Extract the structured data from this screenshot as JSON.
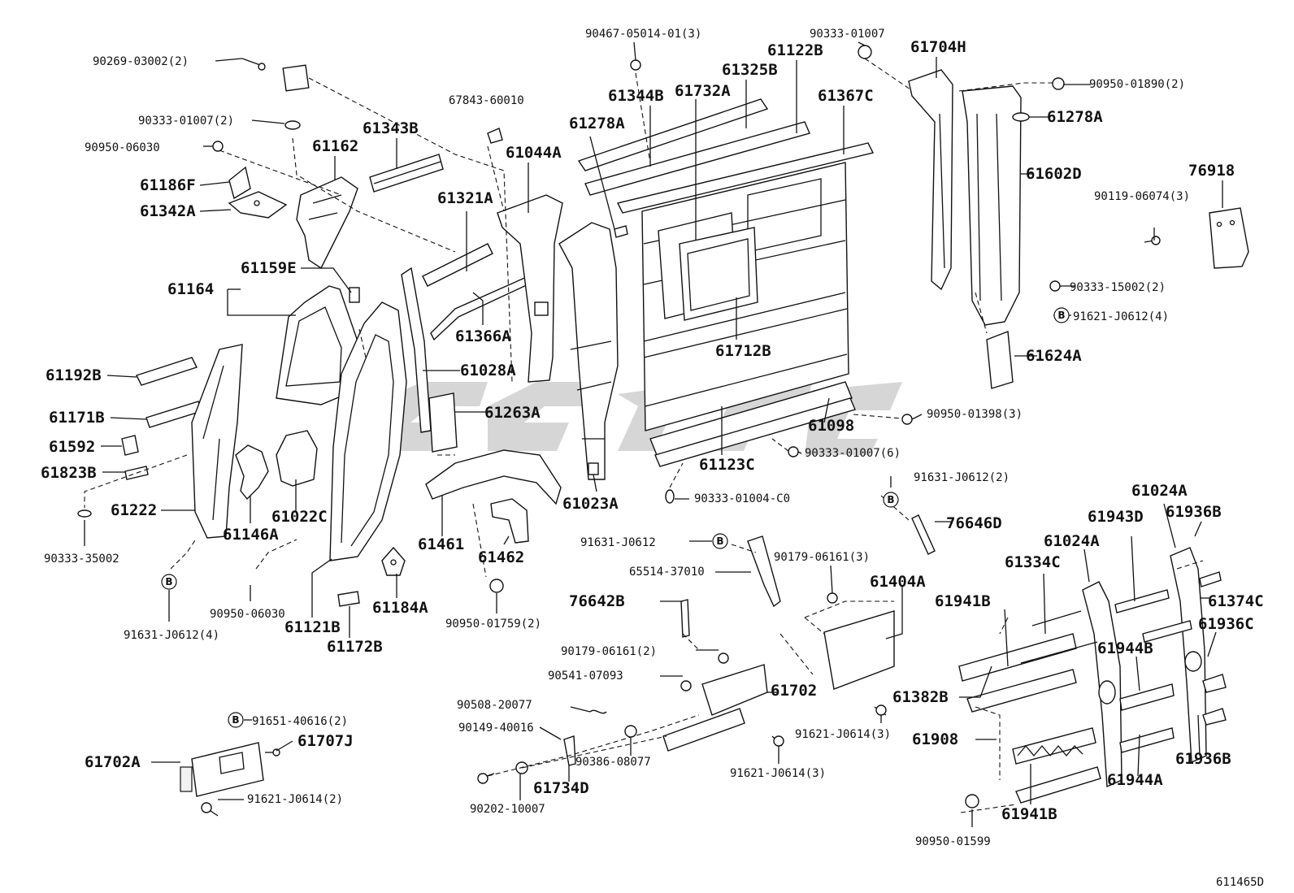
{
  "diagram": {
    "code": "611465D",
    "watermark_color": "#b0b0b0",
    "callout_letter": "B",
    "labels": {
      "l01": "90269-03002(2)",
      "l02": "90333-01007(2)",
      "l03": "90950-06030",
      "l04": "61162",
      "l05": "61343B",
      "l06": "61186F",
      "l07": "61342A",
      "l08": "61164",
      "l09": "61159E",
      "l10": "61192B",
      "l11": "61171B",
      "l12": "61592",
      "l13": "61823B",
      "l14": "61222",
      "l15": "90333-35002",
      "l16": "91631-J0612(4)",
      "l17": "61146A",
      "l18": "61022C",
      "l19": "90950-06030",
      "l20": "61121B",
      "l21": "61172B",
      "l22": "61184A",
      "l23": "67843-60010",
      "l24": "61321A",
      "l25": "61366A",
      "l26": "61028A",
      "l27": "61263A",
      "l28": "61044A",
      "l29": "61461",
      "l30": "61462",
      "l31": "90950-01759(2)",
      "l32": "61278A",
      "l33": "61023A",
      "l34": "90467-05014-01(3)",
      "l35": "61344B",
      "l36": "61732A",
      "l37": "61325B",
      "l38": "61122B",
      "l39": "90333-01007",
      "l40": "61367C",
      "l41": "61712B",
      "l42": "61098",
      "l43": "61123C",
      "l44": "90333-01007(6)",
      "l45": "90333-01004-C0",
      "l46": "90950-01398(3)",
      "l47": "61704H",
      "l48": "90950-01890(2)",
      "l49": "61278A",
      "l50": "61602D",
      "l51": "76918",
      "l52": "90119-06074(3)",
      "l53": "90333-15002(2)",
      "l54": "91621-J0612(4)",
      "l55": "61624A",
      "l56": "91631-J0612(2)",
      "l57": "76646D",
      "l58": "91631-J0612",
      "l59": "65514-37010",
      "l60": "76642B",
      "l61": "90179-06161(3)",
      "l62": "61404A",
      "l63": "90179-06161(2)",
      "l64": "90541-07093",
      "l65": "61702",
      "l66": "90508-20077",
      "l67": "90149-40016",
      "l68": "90386-08077",
      "l69": "61734D",
      "l70": "90202-10007",
      "l71": "91621-J0614(3)",
      "l72": "91621-J0614(3)",
      "l73": "91651-40616(2)",
      "l74": "61707J",
      "l75": "61702A",
      "l76": "91621-J0614(2)",
      "l77": "61024A",
      "l78": "61936B",
      "l79": "61943D",
      "l80": "61024A",
      "l81": "61334C",
      "l82": "61374C",
      "l83": "61941B",
      "l84": "61936C",
      "l85": "61944B",
      "l86": "61382B",
      "l87": "61908",
      "l88": "61936B",
      "l89": "61944A",
      "l90": "61941B",
      "l91": "90950-01599"
    }
  }
}
